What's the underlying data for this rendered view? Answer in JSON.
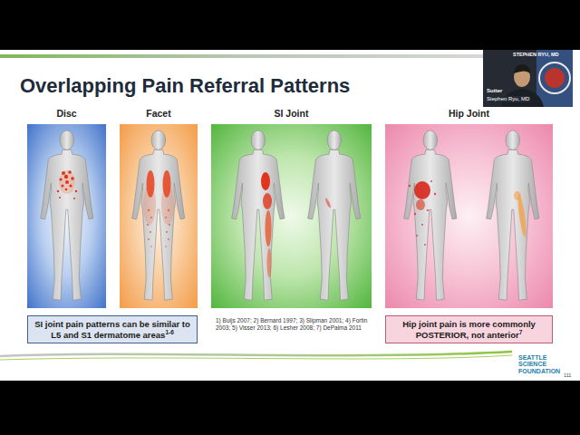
{
  "diagram": {
    "title": "Overlapping Pain Referral Patterns",
    "nodes": [
      {
        "text": [
          "Disc"
        ]
      },
      {
        "text": [
          "Facet"
        ]
      },
      {
        "text": [
          "SI Joint"
        ]
      },
      {
        "text": [
          "Hip Joint"
        ]
      },
      {
        "text": [
          "SI joint pain patterns can be similar to L5 and S1 dermatome areas",
          "1-6"
        ]
      },
      {
        "text": [
          "Hip joint pain is more commonly POSTERIOR, not anterior",
          "7"
        ]
      }
    ],
    "labels": [
      "STEPHEN RYU, MD",
      "Sutter",
      "Stephen Ryu, MD",
      "1) Buijs 2007; 2) Bernard 1997; 3) Slipman 2001; 4) Fortin 2003; 5) Visser 2013; 6) Lesher 2008; 7) DePalma 2011",
      "SEATTLE SCIENCE FOUNDATION",
      "111"
    ]
  }
}
